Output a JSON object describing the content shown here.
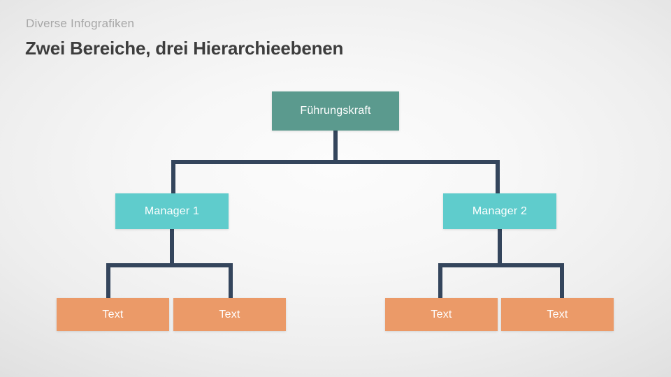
{
  "header": {
    "eyebrow": "Diverse Infografiken",
    "title": "Zwei Bereiche, drei Hierarchieebenen"
  },
  "colors": {
    "level1": "#5b9a8e",
    "level2": "#5fcccc",
    "level3": "#eb9a68",
    "connector": "#34455c",
    "title": "#3d3d3d",
    "eyebrow": "#a7a7a7",
    "background": "#eeeeee"
  },
  "chart": {
    "type": "org-chart",
    "levels": 3,
    "root": {
      "label": "Führungskraft"
    },
    "branches": [
      {
        "manager": {
          "label": "Manager 1"
        },
        "children": [
          {
            "label": "Text"
          },
          {
            "label": "Text"
          }
        ]
      },
      {
        "manager": {
          "label": "Manager 2"
        },
        "children": [
          {
            "label": "Text"
          },
          {
            "label": "Text"
          }
        ]
      }
    ]
  }
}
